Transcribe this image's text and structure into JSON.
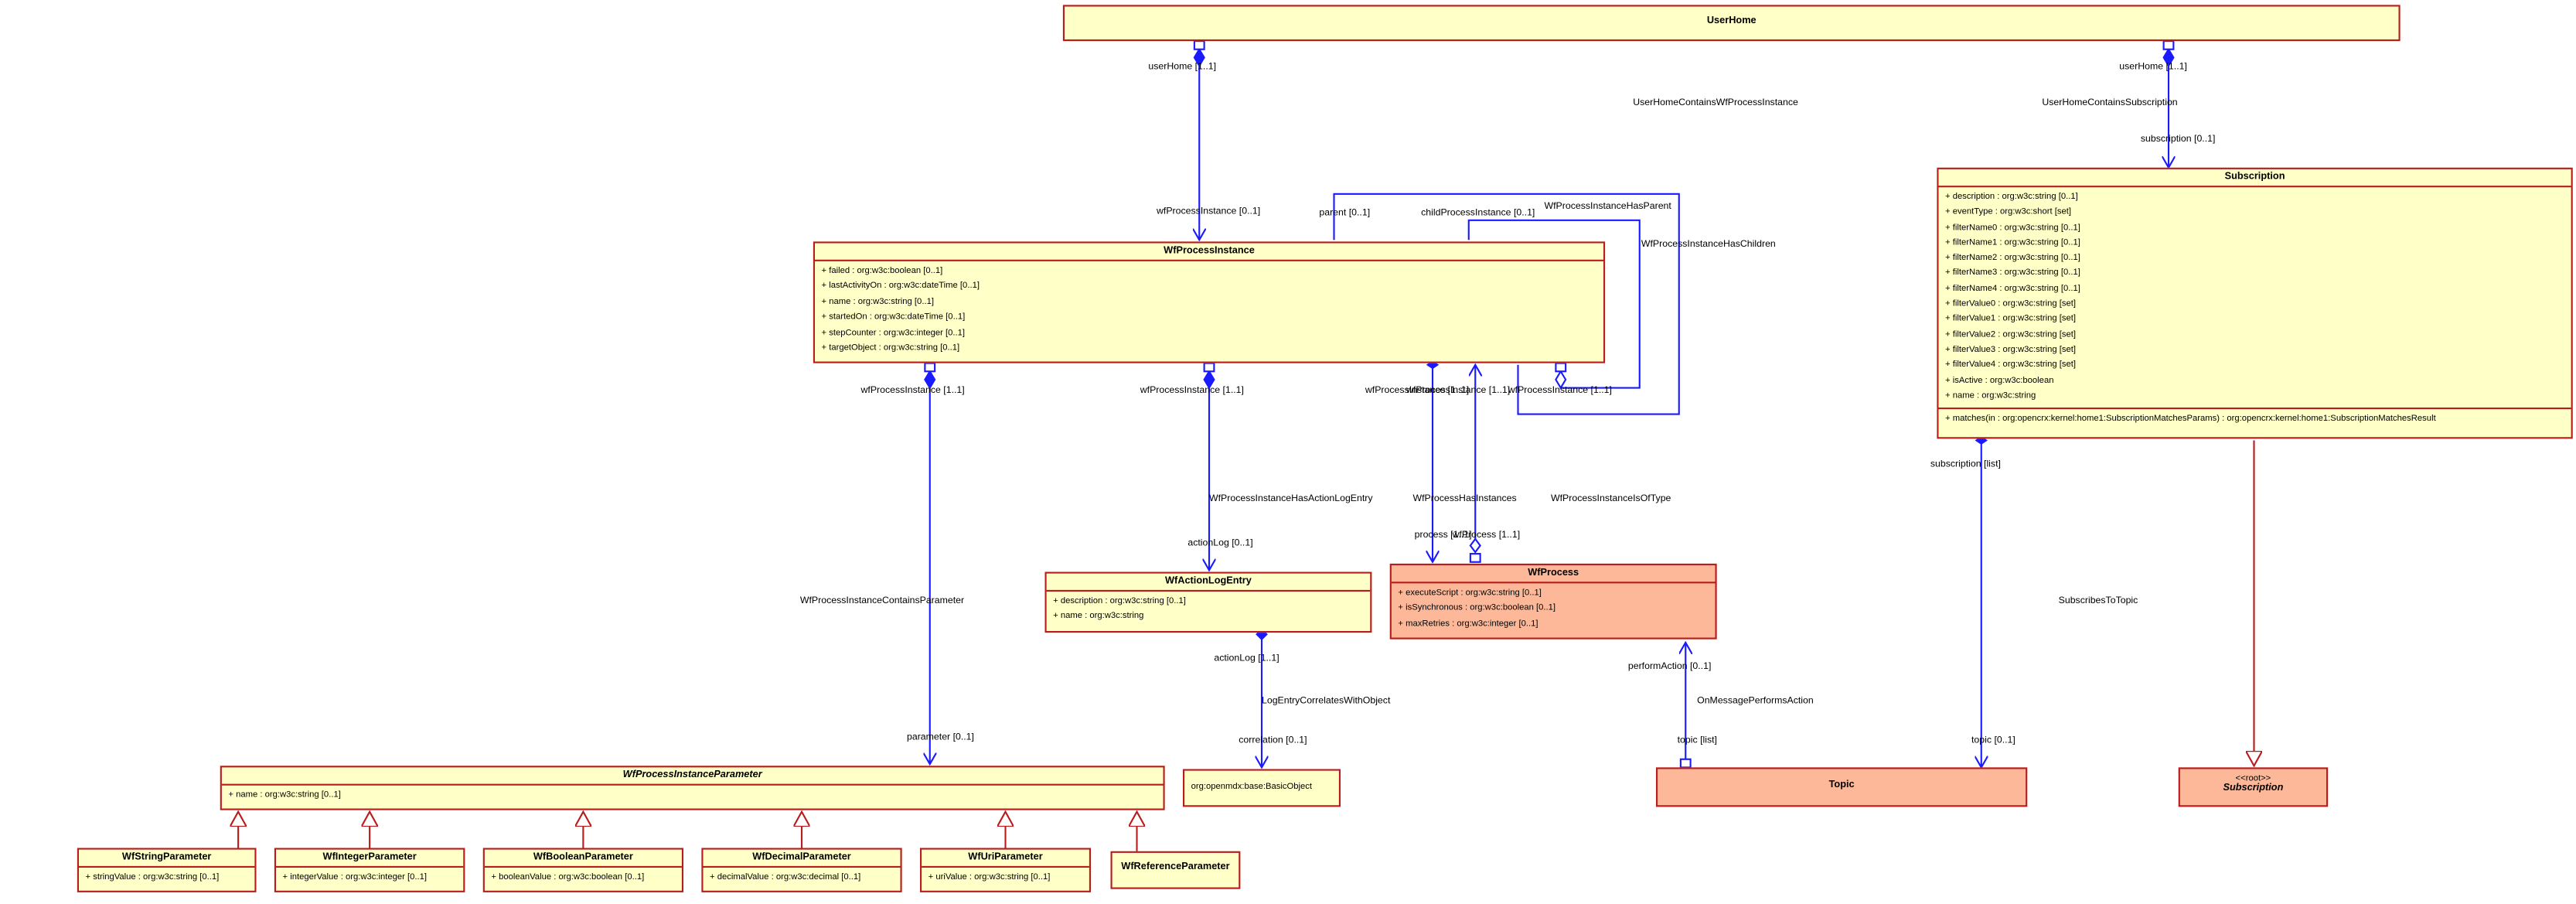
{
  "classes": {
    "user_home": {
      "name": "UserHome"
    },
    "subscription": {
      "name": "Subscription",
      "attributes": [
        "+ description : org:w3c:string [0..1]",
        "+ eventType : org:w3c:short [set]",
        "+ filterName0 : org:w3c:string [0..1]",
        "+ filterName1 : org:w3c:string [0..1]",
        "+ filterName2 : org:w3c:string [0..1]",
        "+ filterName3 : org:w3c:string [0..1]",
        "+ filterName4 : org:w3c:string [0..1]",
        "+ filterValue0 : org:w3c:string [set]",
        "+ filterValue1 : org:w3c:string [set]",
        "+ filterValue2 : org:w3c:string [set]",
        "+ filterValue3 : org:w3c:string [set]",
        "+ filterValue4 : org:w3c:string [set]",
        "+ isActive : org:w3c:boolean",
        "+ name : org:w3c:string"
      ],
      "operations": [
        "+ matches(in : org:opencrx:kernel:home1:SubscriptionMatchesParams) : org:opencrx:kernel:home1:SubscriptionMatchesResult"
      ]
    },
    "wf_process_instance": {
      "name": "WfProcessInstance",
      "attributes": [
        "+ failed : org:w3c:boolean [0..1]",
        "+ lastActivityOn : org:w3c:dateTime [0..1]",
        "+ name : org:w3c:string [0..1]",
        "+ startedOn : org:w3c:dateTime [0..1]",
        "+ stepCounter : org:w3c:integer [0..1]",
        "+ targetObject : org:w3c:string [0..1]"
      ]
    },
    "wf_action_log_entry": {
      "name": "WfActionLogEntry",
      "attributes": [
        "+ description : org:w3c:string [0..1]",
        "+ name : org:w3c:string"
      ]
    },
    "wf_process": {
      "name": "WfProcess",
      "attributes": [
        "+ executeScript : org:w3c:string [0..1]",
        "+ isSynchronous : org:w3c:boolean [0..1]",
        "+ maxRetries : org:w3c:integer [0..1]"
      ]
    },
    "basic_object": {
      "name": "org:openmdx:base:BasicObject"
    },
    "topic": {
      "name": "Topic"
    },
    "subscription_root": {
      "stereotype": "<<root>>",
      "name": "Subscription"
    },
    "wf_process_instance_parameter": {
      "name": "WfProcessInstanceParameter",
      "attributes": [
        "+ name : org:w3c:string [0..1]"
      ]
    },
    "wf_string_parameter": {
      "name": "WfStringParameter",
      "attributes": [
        "+ stringValue : org:w3c:string [0..1]"
      ]
    },
    "wf_integer_parameter": {
      "name": "WfIntegerParameter",
      "attributes": [
        "+ integerValue : org:w3c:integer [0..1]"
      ]
    },
    "wf_boolean_parameter": {
      "name": "WfBooleanParameter",
      "attributes": [
        "+ booleanValue : org:w3c:boolean [0..1]"
      ]
    },
    "wf_decimal_parameter": {
      "name": "WfDecimalParameter",
      "attributes": [
        "+ decimalValue : org:w3c:decimal [0..1]"
      ]
    },
    "wf_uri_parameter": {
      "name": "WfUriParameter",
      "attributes": [
        "+ uriValue : org:w3c:string [0..1]"
      ]
    },
    "wf_reference_parameter": {
      "name": "WfReferenceParameter"
    }
  },
  "labels": {
    "user_home_1": "userHome [1..1]",
    "user_home_2": "userHome [1..1]",
    "assoc_user_home_contains_wf": "UserHomeContainsWfProcessInstance",
    "assoc_user_home_contains_sub": "UserHomeContainsSubscription",
    "subscription_role": "subscription [0..1]",
    "wf_process_instance_role": "wfProcessInstance [0..1]",
    "parent_role": "parent [0..1]",
    "child_process_instance_role": "childProcessInstance [0..1]",
    "assoc_has_parent": "WfProcessInstanceHasParent",
    "assoc_has_children": "WfProcessInstanceHasChildren",
    "wf_pi_contains_param_role": "wfProcessInstance [1..1]",
    "wf_pi_action_log_role": "wfProcessInstance [1..1]",
    "overlap_roles": "wfProcessInstance [1..1]",
    "assoc_action_log_entry": "WfProcessInstanceHasActionLogEntry",
    "action_log_role": "actionLog [0..1]",
    "assoc_has_instances": "WfProcessHasInstances",
    "assoc_is_of_type": "WfProcessInstanceIsOfType",
    "process_role": "process [1..1]",
    "wf_process_role": "wfProcess [1..1]",
    "assoc_contains_parameter": "WfProcessInstanceContainsParameter",
    "parameter_role": "parameter [0..1]",
    "action_log_11_role": "actionLog [1..1]",
    "assoc_log_entry_correlates": "LogEntryCorrelatesWithObject",
    "correlation_role": "correlation [0..1]",
    "perform_action_role": "performAction [0..1]",
    "assoc_on_message": "OnMessagePerformsAction",
    "topic_list_role": "topic [list]",
    "subscription_list_role": "subscription [list]",
    "assoc_subscribes_to_topic": "SubscribesToTopic",
    "topic_01_role": "topic [0..1]"
  },
  "colors": {
    "class_fill": "#ffffc8",
    "class_fill_alt": "#fcb898",
    "border": "#b81c1c",
    "association": "#1a1aff"
  }
}
